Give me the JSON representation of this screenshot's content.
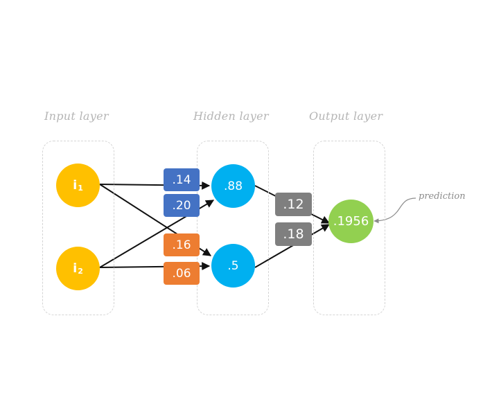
{
  "layers": {
    "input_title": "Input layer",
    "hidden_title": "Hidden layer",
    "output_title": "Output layer"
  },
  "nodes": {
    "i1": {
      "symbol": "i",
      "index": "1"
    },
    "i2": {
      "symbol": "i",
      "index": "2"
    },
    "h1": ".88",
    "h2": ".5",
    "out": ".1956"
  },
  "weights": {
    "i1_h1": ".14",
    "i2_h1": ".20",
    "i1_h2": ".16",
    "i2_h2": ".06",
    "h1_out": ".12",
    "h2_out": ".18"
  },
  "annotation": "prediction",
  "colors": {
    "input_node": "#ffc000",
    "hidden_node": "#00b0f0",
    "output_node": "#92d050",
    "weight_to_h1": "#4472c4",
    "weight_to_h2": "#ed7d31",
    "weight_to_out": "#7f7f7f"
  }
}
